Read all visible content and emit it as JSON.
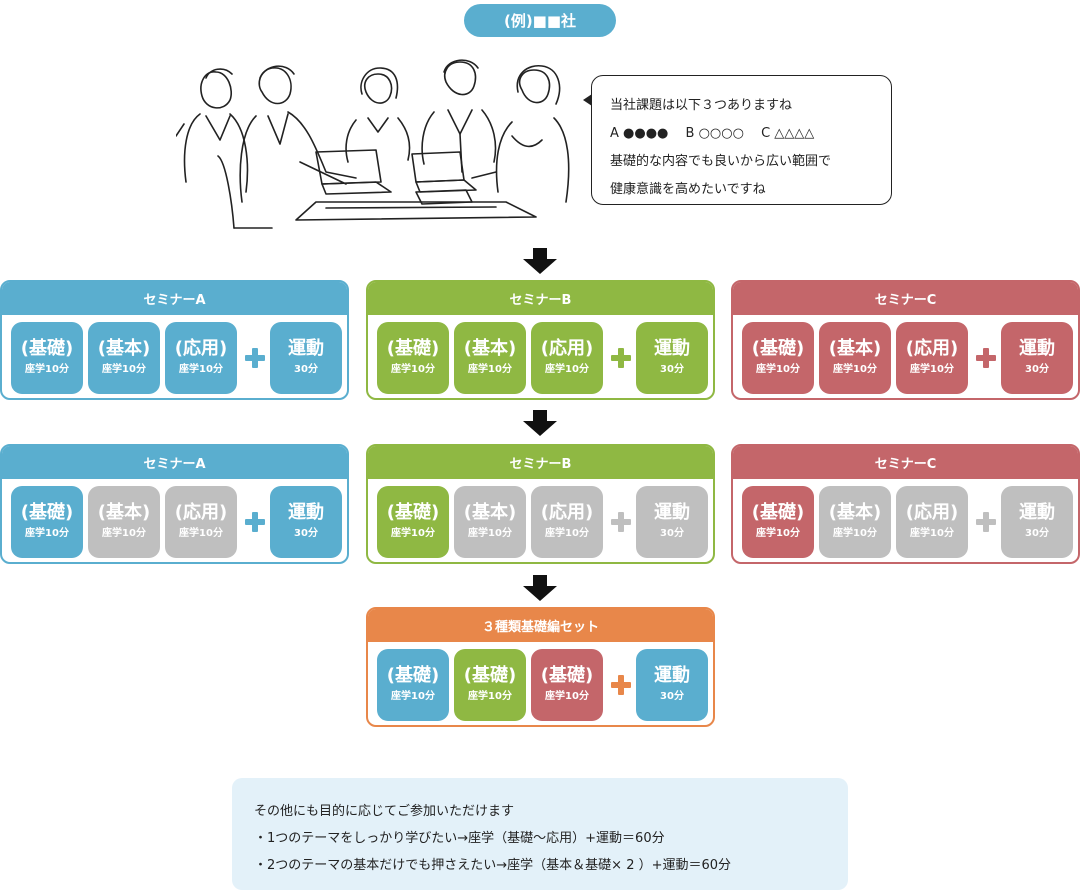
{
  "company_label": "(例)■■社",
  "speech_bubble": {
    "lines": [
      "当社課題は以下３つありますね",
      "A ●●●●　 B ○○○○　 C △△△△",
      "基礎的な内容でも良いから広い範囲で",
      "健康意識を高めたいですね"
    ]
  },
  "colors": {
    "blue": "#5aaecf",
    "green": "#8fb843",
    "red": "#c4666a",
    "orange": "#e8874a",
    "gray": "#bfbfbf"
  },
  "stage1": [
    {
      "title": "セミナーA",
      "color": "blue",
      "tiles": [
        {
          "label": "(基礎)",
          "sub": "座学10分",
          "active": true
        },
        {
          "label": "(基本)",
          "sub": "座学10分",
          "active": true
        },
        {
          "label": "(応用)",
          "sub": "座学10分",
          "active": true
        }
      ],
      "exercise": {
        "label": "運動",
        "sub": "30分",
        "active": true
      }
    },
    {
      "title": "セミナーB",
      "color": "green",
      "tiles": [
        {
          "label": "(基礎)",
          "sub": "座学10分",
          "active": true
        },
        {
          "label": "(基本)",
          "sub": "座学10分",
          "active": true
        },
        {
          "label": "(応用)",
          "sub": "座学10分",
          "active": true
        }
      ],
      "exercise": {
        "label": "運動",
        "sub": "30分",
        "active": true
      }
    },
    {
      "title": "セミナーC",
      "color": "red",
      "tiles": [
        {
          "label": "(基礎)",
          "sub": "座学10分",
          "active": true
        },
        {
          "label": "(基本)",
          "sub": "座学10分",
          "active": true
        },
        {
          "label": "(応用)",
          "sub": "座学10分",
          "active": true
        }
      ],
      "exercise": {
        "label": "運動",
        "sub": "30分",
        "active": true
      }
    }
  ],
  "stage2": [
    {
      "title": "セミナーA",
      "color": "blue",
      "tiles": [
        {
          "label": "(基礎)",
          "sub": "座学10分",
          "active": true
        },
        {
          "label": "(基本)",
          "sub": "座学10分",
          "active": false
        },
        {
          "label": "(応用)",
          "sub": "座学10分",
          "active": false
        }
      ],
      "exercise": {
        "label": "運動",
        "sub": "30分",
        "active": true
      }
    },
    {
      "title": "セミナーB",
      "color": "green",
      "tiles": [
        {
          "label": "(基礎)",
          "sub": "座学10分",
          "active": true
        },
        {
          "label": "(基本)",
          "sub": "座学10分",
          "active": false
        },
        {
          "label": "(応用)",
          "sub": "座学10分",
          "active": false
        }
      ],
      "exercise": {
        "label": "運動",
        "sub": "30分",
        "active": false
      }
    },
    {
      "title": "セミナーC",
      "color": "red",
      "tiles": [
        {
          "label": "(基礎)",
          "sub": "座学10分",
          "active": true
        },
        {
          "label": "(基本)",
          "sub": "座学10分",
          "active": false
        },
        {
          "label": "(応用)",
          "sub": "座学10分",
          "active": false
        }
      ],
      "exercise": {
        "label": "運動",
        "sub": "30分",
        "active": false
      }
    }
  ],
  "final_set": {
    "title": "３種類基礎編セット",
    "color": "orange",
    "tiles": [
      {
        "label": "(基礎)",
        "sub": "座学10分",
        "color": "blue"
      },
      {
        "label": "(基礎)",
        "sub": "座学10分",
        "color": "green"
      },
      {
        "label": "(基礎)",
        "sub": "座学10分",
        "color": "red"
      }
    ],
    "exercise": {
      "label": "運動",
      "sub": "30分",
      "color": "blue"
    }
  },
  "notes": {
    "lines": [
      "その他にも目的に応じてご参加いただけます",
      "・1つのテーマをしっかり学びたい→座学（基礎～応用）+運動＝60分",
      "・2つのテーマの基本だけでも押さえたい→座学（基本＆基礎× 2 ）+運動＝60分"
    ]
  }
}
